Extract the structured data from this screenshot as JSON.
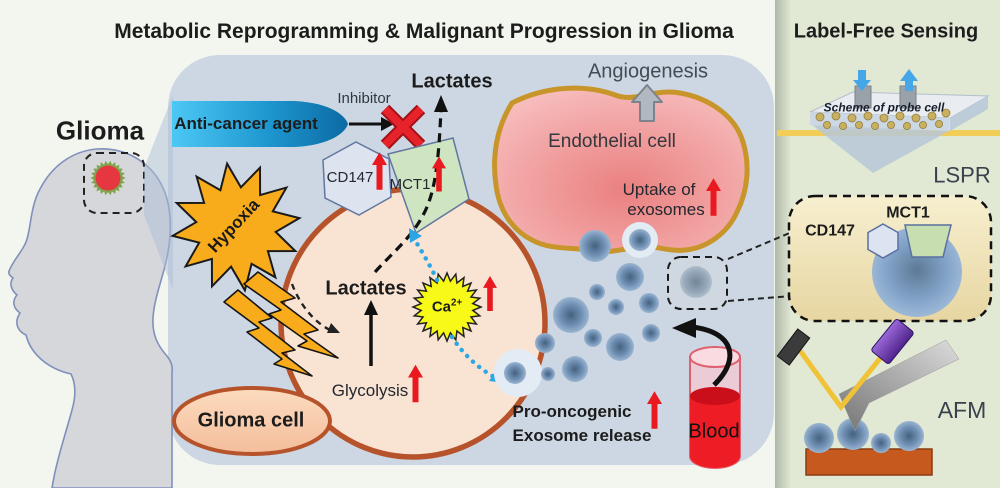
{
  "page": {
    "title": "Metabolic Reprogramming & Malignant Progression in Glioma"
  },
  "left": {
    "glioma": "Glioma"
  },
  "pathway": {
    "anti_cancer_agent": "Anti-cancer agent",
    "inhibitor": "Inhibitor",
    "lactates_exported": "Lactates",
    "hypoxia": "Hypoxia",
    "cd147": "CD147",
    "mct1": "MCT1",
    "lactates_intracellular": "Lactates",
    "glycolysis": "Glycolysis",
    "calcium_base": "Ca",
    "calcium_charge": "2+",
    "glioma_cell": "Glioma cell",
    "angiogenesis": "Angiogenesis",
    "endothelial_cell": "Endothelial cell",
    "uptake_line1": "Uptake of",
    "uptake_line2": "exosomes",
    "release_line1": "Pro-oncogenic",
    "release_line2": "Exosome release",
    "blood": "Blood"
  },
  "sensing": {
    "title": "Label-Free Sensing",
    "probe_scheme": "Scheme of probe cell",
    "lspr": "LSPR",
    "cd147": "CD147",
    "mct1": "MCT1",
    "afm": "AFM"
  },
  "colors": {
    "background": "#f3f6ee",
    "main_panel": "#ccd7e3",
    "sensing_panel": "#e1e9d4",
    "up_arrow_red": "#e8191f",
    "exosome_blue": "#7493b8",
    "membrane_brown": "#b7532b",
    "endothelial_gold": "#c8952a",
    "hypoxia_orange": "#f9ac1b",
    "calcium_yellow": "#f9f918",
    "agent_blue": "#1e8fc6",
    "blood_red": "#ee1c24"
  }
}
